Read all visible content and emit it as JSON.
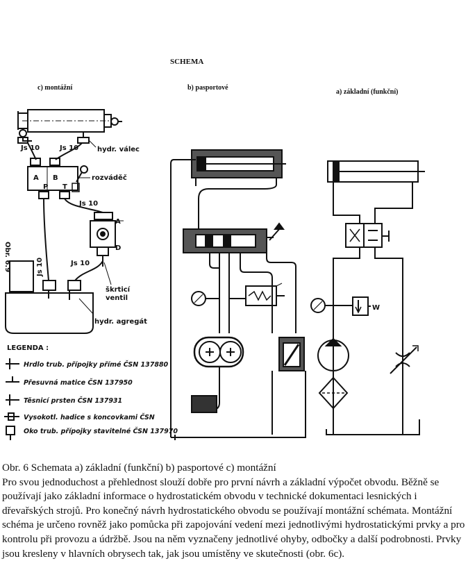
{
  "figure": {
    "title": "SCHEMA",
    "panel_c": "c) montážní",
    "panel_b": "b) pasportové",
    "panel_a": "a) základní (funkční)",
    "side_label": "Obr. 6.9",
    "labels": {
      "jsd_left": "Js 10",
      "jsd_mid": "Js 10",
      "cyl": "hydr. válec",
      "port_a": "A",
      "port_b": "B",
      "port_p": "P",
      "port_t": "T",
      "rozvadec": "rozváděč",
      "js10_r": "Js 10",
      "port_a2": "A",
      "port_d": "D",
      "js10_v1": "Js 10",
      "js10_v2": "Js 10",
      "ventil1": "škrticí",
      "ventil2": "ventil",
      "agregat": "hydr. agregát",
      "w": "W"
    },
    "legend_title": "LEGENDA :",
    "legend": [
      "Hrdlo trub. přípojky přímé ČSN 137880",
      "Přesuvná matice ČSN 137950",
      "Těsnicí prsten ČSN 137931",
      "Vysokotl. hadice s koncovkami ČSN",
      "Oko trub. přípojky stavitelné ČSN 137970"
    ]
  },
  "caption": {
    "line1": "Obr. 6  Schemata a) základní (funkční)  b) pasportové  c) montážní",
    "body": "Pro svou jednoduchost a přehlednost slouží dobře pro první návrh a základní výpočet obvodu. Běžně se používají jako základní informace o hydrostatickém obvodu v technické dokumentaci lesnických i dřevařských strojů. Pro konečný návrh hydrostatického obvodu se používají montážní schémata. Montážní schéma je určeno rovněž jako pomůcka při zapojování vedení mezi jednotlivými hydrostatickými prvky a pro kontrolu při provozu a údržbě. Jsou na něm vyznačeny jednotlivé ohyby, odbočky a další podrobnosti. Prvky jsou kresleny v hlavních obrysech tak, jak jsou umístěny ve skutečnosti (obr. 6c)."
  }
}
